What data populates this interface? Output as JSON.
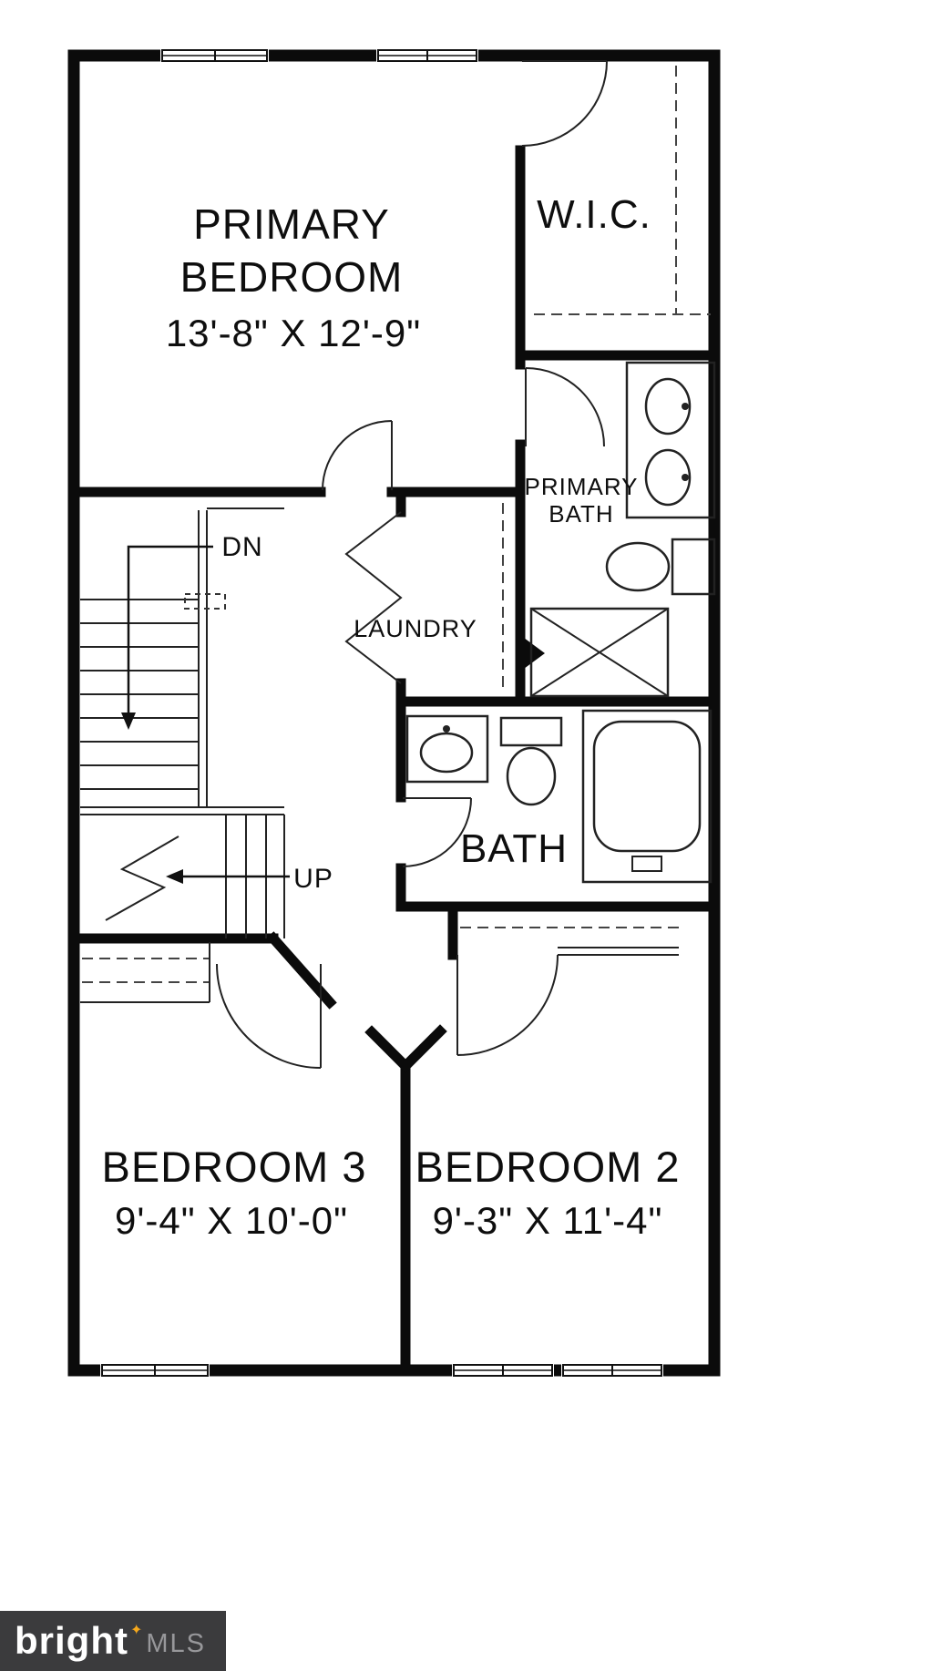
{
  "plan": {
    "rooms": {
      "primary_bedroom": {
        "line1": "PRIMARY",
        "line2": "BEDROOM",
        "dims": "13'-8\" X 12'-9\""
      },
      "wic": {
        "label": "W.I.C."
      },
      "primary_bath": {
        "line1": "PRIMARY",
        "line2": "BATH"
      },
      "laundry": {
        "label": "LAUNDRY"
      },
      "bath": {
        "label": "BATH"
      },
      "bedroom3": {
        "label": "BEDROOM 3",
        "dims": "9'-4\" X 10'-0\""
      },
      "bedroom2": {
        "label": "BEDROOM 2",
        "dims": "9'-3\" X 11'-4\""
      }
    },
    "stairs": {
      "down": "DN",
      "up": "UP"
    }
  },
  "watermark": {
    "brand": "bright",
    "mls": "MLS",
    "spark_icon": "✦",
    "bg_color": "#3b3b3d",
    "accent_color": "#f5a81c"
  },
  "colors": {
    "wall": "#0b0b0b",
    "line": "#222222",
    "background": "#ffffff"
  }
}
